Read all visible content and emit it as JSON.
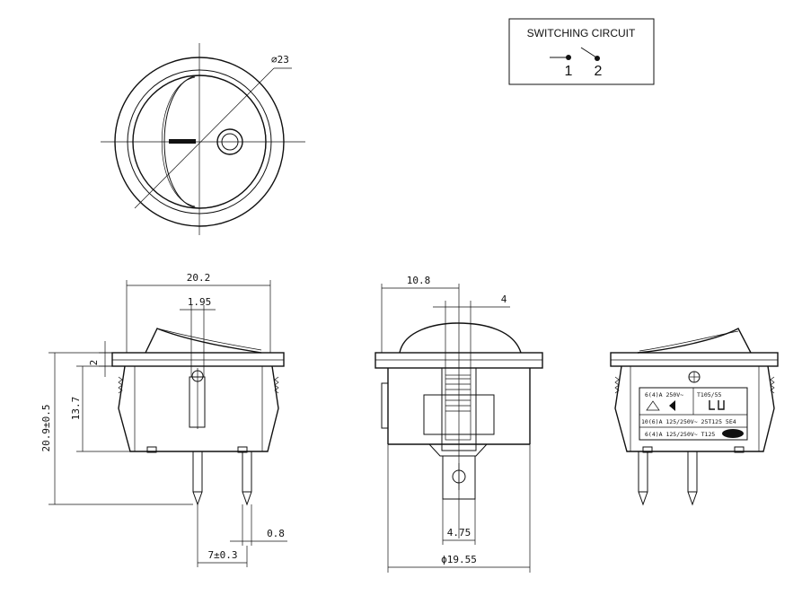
{
  "switching_circuit": {
    "title": "SWITCHING CIRCUIT",
    "pin1": "1",
    "pin2": "2"
  },
  "top_view": {
    "diameter": "⌀23"
  },
  "side_view": {
    "width": "20.2",
    "bezel": "1.95",
    "flange": "2",
    "body_height": "13.7",
    "total_height": "20.9±0.5",
    "pin_thickness": "0.8",
    "pin_pitch": "7±0.3"
  },
  "front_view": {
    "offset": "10.8",
    "rocker": "4",
    "terminal": "4.75",
    "body_diameter": "ϕ19.55"
  },
  "rear_label": {
    "line1": "6(4)A 250V~",
    "line1b": "T105/55",
    "line2": "10(6)A 125/250V~ 25T125 5E4",
    "line3": "6(4)A 125/250V~ T125"
  }
}
